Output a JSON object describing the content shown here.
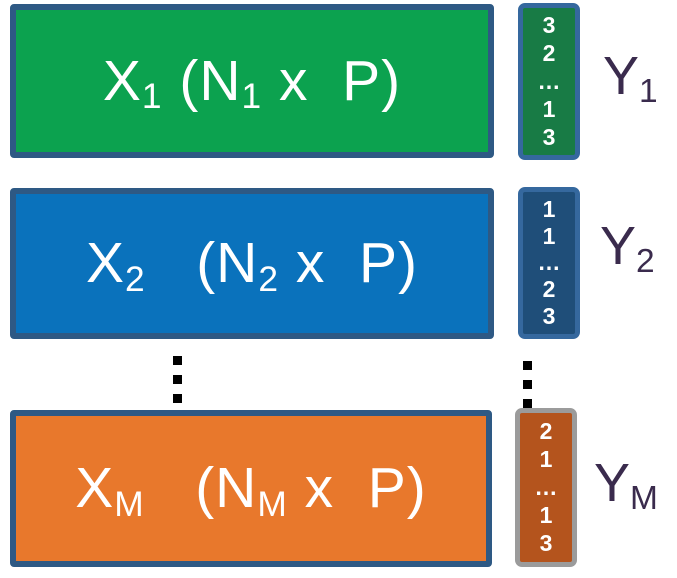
{
  "palette": {
    "matrix_border": "#2E5984",
    "row1_matrix_fill": "#0CA24F",
    "row1_vector_fill": "#187B45",
    "row2_matrix_fill": "#0A72BC",
    "row2_vector_fill": "#1F4E79",
    "vector_border_blue": "#35689E",
    "rowM_matrix_fill": "#E8782C",
    "rowM_vector_fill": "#B4541D",
    "rowM_vector_border": "#9B9B9B",
    "block_text_color": "#FFFFFF",
    "y_label_color": "#3A2B4D",
    "ellipsis_dot_color": "#000000"
  },
  "rows": [
    {
      "matrix": {
        "sym": "X",
        "sym_sub": "1",
        "gap": " ",
        "dims_open": "(N",
        "dims_sub": "1",
        "dims_close": " x  P)"
      },
      "vector_values": [
        "3",
        "2",
        "…",
        "1",
        "3"
      ],
      "label": {
        "sym": "Y",
        "sub": "1"
      }
    },
    {
      "matrix": {
        "sym": "X",
        "sym_sub": "2",
        "gap": "   ",
        "dims_open": "(N",
        "dims_sub": "2",
        "dims_close": " x  P)"
      },
      "vector_values": [
        "1",
        "1",
        "…",
        "2",
        "3"
      ],
      "label": {
        "sym": "Y",
        "sub": "2"
      }
    },
    {
      "matrix": {
        "sym": "X",
        "sym_sub": "M",
        "gap": "   ",
        "dims_open": "(N",
        "dims_sub": "M",
        "dims_close": " x  P)"
      },
      "vector_values": [
        "2",
        "1",
        "…",
        "1",
        "3"
      ],
      "label": {
        "sym": "Y",
        "sub": "M"
      }
    }
  ]
}
